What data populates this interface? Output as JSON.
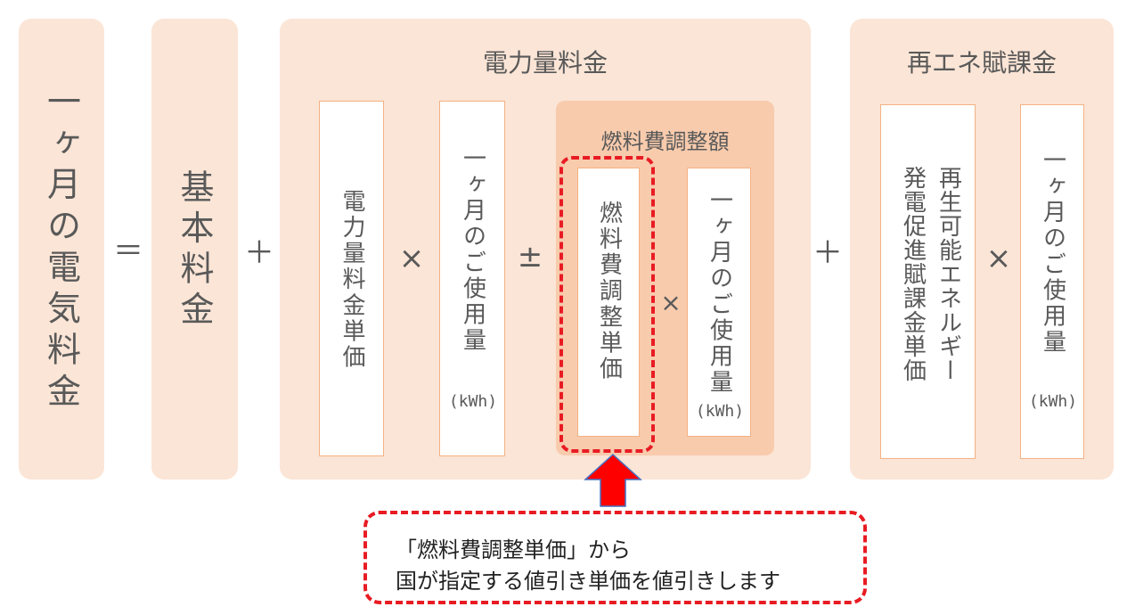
{
  "total": {
    "label": "一ヶ月の電気料金"
  },
  "operators": {
    "equals": "＝",
    "plus": "＋",
    "times": "×",
    "plusminus": "±"
  },
  "basic": {
    "label": "基本料金"
  },
  "energy_charge": {
    "title": "電力量料金",
    "unit_price": "電力量料金単価",
    "usage": "一ヶ月のご使用量",
    "usage_unit": "(kWh)",
    "fuel": {
      "title": "燃料費調整額",
      "unit_price": "燃料費調整単価",
      "usage": "一ヶ月のご使用量",
      "usage_unit": "(kWh)"
    }
  },
  "renewable": {
    "title": "再エネ賦課金",
    "unit_price_line1": "再生可能エネルギー",
    "unit_price_line2": "発電促進賦課金単価",
    "usage": "一ヶ月のご使用量",
    "usage_unit": "(kWh)"
  },
  "callout": {
    "line1": "「燃料費調整単価」から",
    "line2": "国が指定する値引き単価を値引きします"
  },
  "colors": {
    "pill": "#fbe5d6",
    "fuel_box": "#f8cbad",
    "box_border": "#f4b183",
    "dash_red": "#e81b23",
    "arrow_red": "#ff0000",
    "text": "#595959"
  }
}
